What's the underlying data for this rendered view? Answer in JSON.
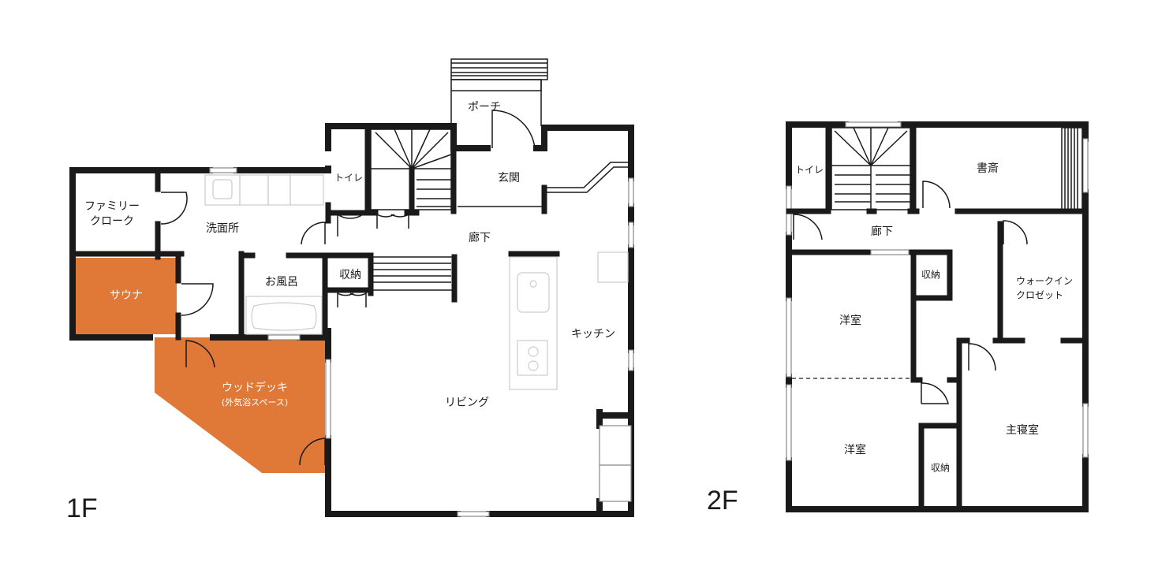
{
  "colors": {
    "wall": "#1a1a1a",
    "accent": "#e07838",
    "fixture": "#cccccc"
  },
  "floor1": {
    "label": "1F",
    "rooms": {
      "porch": "ポーチ",
      "toilet": "トイレ",
      "entrance": "玄関",
      "family_cloak_1": "ファミリー",
      "family_cloak_2": "クローク",
      "washroom": "洗面所",
      "hallway": "廊下",
      "sauna": "サウナ",
      "bath": "お風呂",
      "storage": "収納",
      "kitchen": "キッチン",
      "wood_deck": "ウッドデッキ",
      "wood_deck_note": "(外気浴スペース)",
      "living": "リビング"
    }
  },
  "floor2": {
    "label": "2F",
    "rooms": {
      "toilet": "トイレ",
      "study": "書斎",
      "hallway": "廊下",
      "storage_1": "収納",
      "walk_in_1": "ウォークイン",
      "walk_in_2": "クロゼット",
      "western_room_1": "洋室",
      "western_room_2": "洋室",
      "storage_2": "収納",
      "master_bedroom": "主寝室"
    }
  }
}
